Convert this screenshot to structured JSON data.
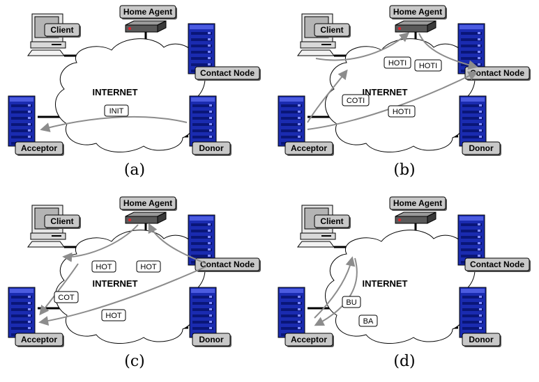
{
  "colors": {
    "label_bg": "#c8c8c8",
    "arrow": "#8c8c8c",
    "server_blue": "#1a2bb0",
    "link": "#000000"
  },
  "nodes": {
    "client": "Client",
    "home_agent": "Home Agent",
    "contact_node": "Contact Node",
    "acceptor": "Acceptor",
    "donor": "Donor",
    "internet": "INTERNET"
  },
  "panels": [
    {
      "caption": "(a)",
      "messages": [
        "INIT"
      ]
    },
    {
      "caption": "(b)",
      "messages": [
        "HOTI",
        "HOTI",
        "COTI",
        "HOTI"
      ]
    },
    {
      "caption": "(c)",
      "messages": [
        "HOT",
        "HOT",
        "COT",
        "HOT"
      ]
    },
    {
      "caption": "(d)",
      "messages": [
        "BU",
        "BA"
      ]
    }
  ]
}
